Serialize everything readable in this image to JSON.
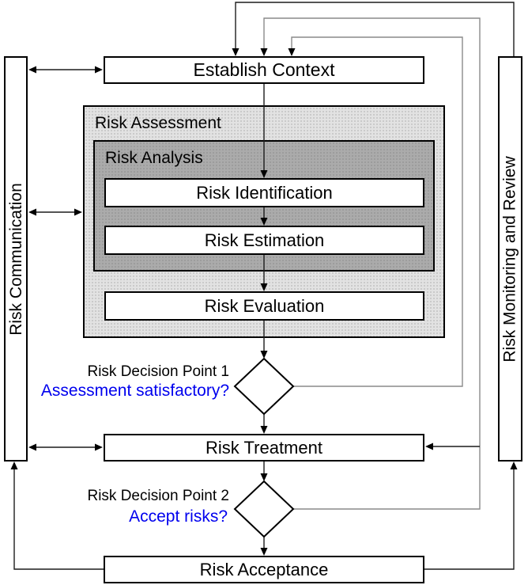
{
  "diagram": {
    "title_hint": "Risk management process flow",
    "nodes": {
      "risk_communication": "Risk Communication",
      "risk_monitoring": "Risk Monitoring and Review",
      "establish_context": "Establish Context",
      "risk_assessment": "Risk Assessment",
      "risk_analysis": "Risk Analysis",
      "risk_identification": "Risk Identification",
      "risk_estimation": "Risk Estimation",
      "risk_evaluation": "Risk Evaluation",
      "risk_treatment": "Risk Treatment",
      "risk_acceptance": "Risk Acceptance"
    },
    "decisions": [
      {
        "title": "Risk Decision Point 1",
        "question": "Assessment satisfactory?"
      },
      {
        "title": "Risk Decision Point 2",
        "question": "Accept risks?"
      }
    ],
    "colors": {
      "decision_question_blue": "#0000ee",
      "assessment_fill": "#e2e2e2",
      "assessment_dot": "#c8c8c8",
      "analysis_fill": "#ababab",
      "analysis_dot": "#9b9b9b",
      "main_line": "#1c1c1c",
      "feedback_line": "#8a8a8a"
    }
  }
}
